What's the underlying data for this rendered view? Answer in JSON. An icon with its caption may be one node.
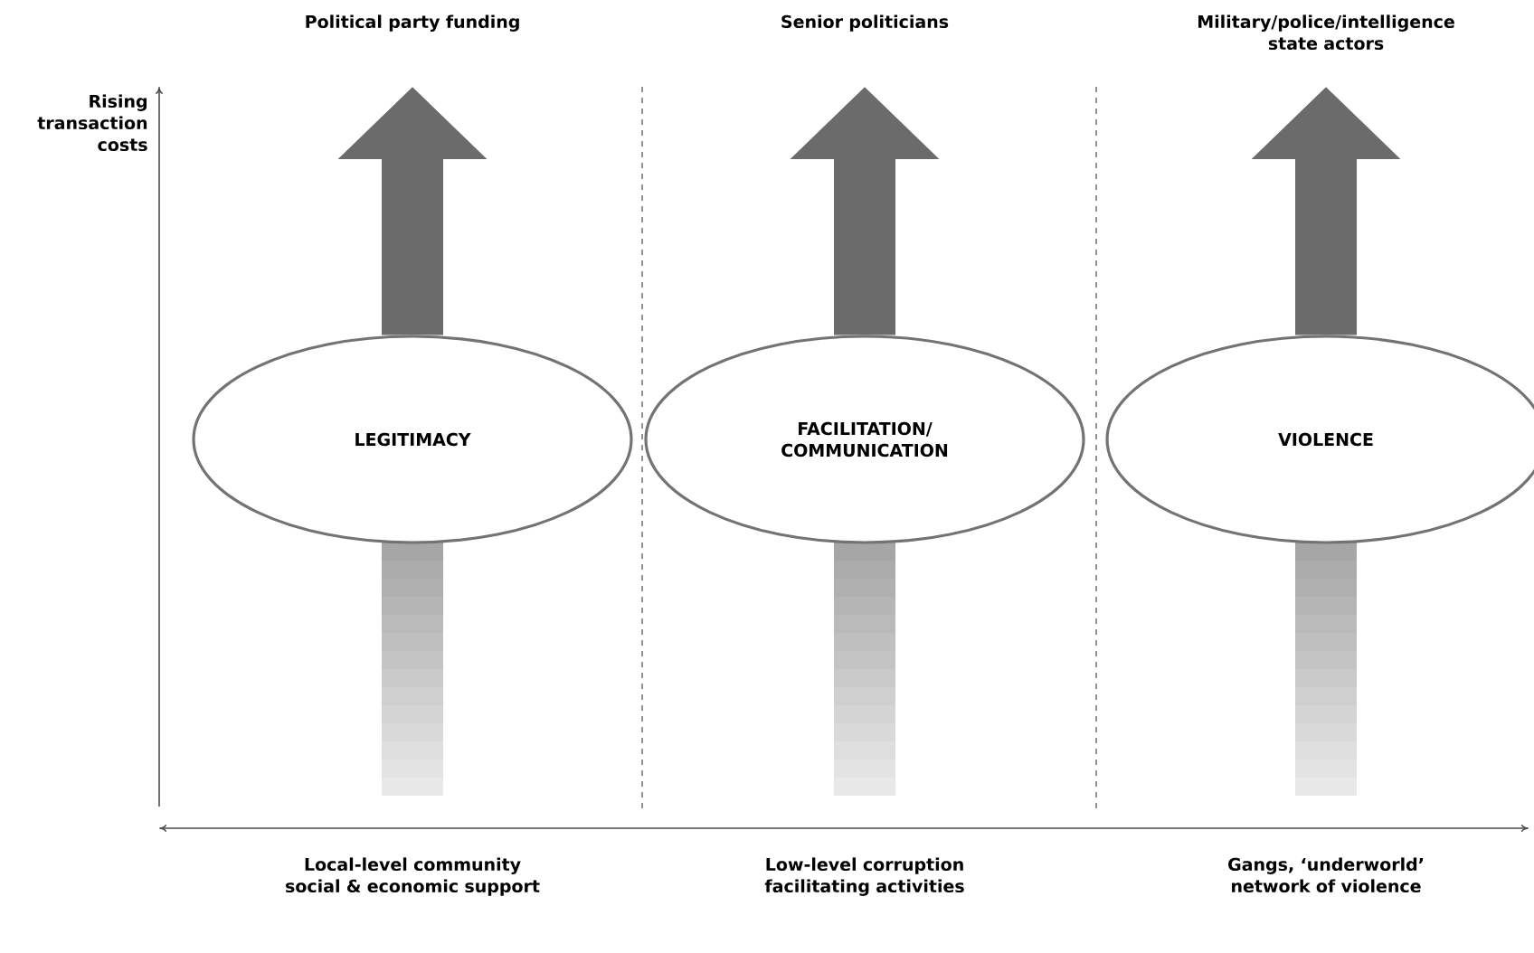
{
  "diagram": {
    "nodes": [
      {
        "text": [
          "LEGITIMACY"
        ]
      },
      {
        "text": [
          "FACILITATION/ COMMUNICATION"
        ]
      },
      {
        "text": [
          "VIOLENCE"
        ]
      },
      {
        "text": [
          "Political party funding"
        ]
      },
      {
        "text": [
          "Senior politicians"
        ]
      },
      {
        "text": [
          "Military/police/intelligence state actors"
        ]
      }
    ],
    "edges": [
      {
        "from": 0,
        "to": 3,
        "arrow": "to"
      },
      {
        "from": 1,
        "to": 4,
        "arrow": "to"
      },
      {
        "from": 2,
        "to": 5,
        "arrow": "to"
      }
    ],
    "labels": [
      "Rising transaction costs",
      "Local-level community social & economic support",
      "Low-level corruption facilitating activities",
      "Gangs, ‘underworld’ network of violence"
    ]
  }
}
